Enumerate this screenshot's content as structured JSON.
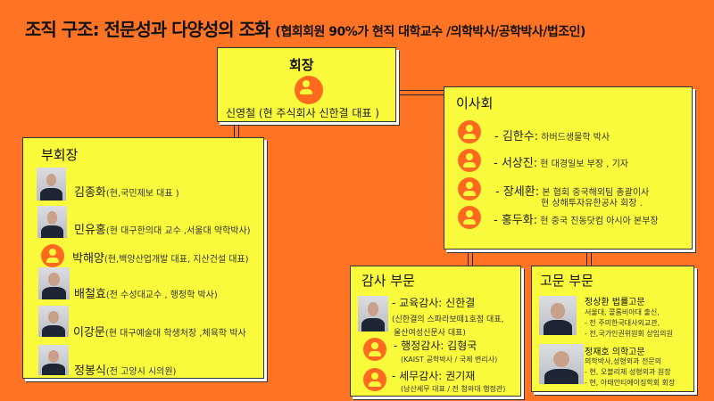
{
  "title": {
    "main": "조직 구조: 전문성과 다양성의 조화",
    "sub": "(협회회원 90%가 현직 대학교수 /의학박사/공학박사/법조인)"
  },
  "chairman": {
    "heading": "회장",
    "name": "신영철 (현 주식회사 신한결 대표 )"
  },
  "vice": {
    "heading": "부회장",
    "members": [
      {
        "name": "김종화",
        "desc": "(현,국민제보 대표 )"
      },
      {
        "name": "민유홍",
        "desc": "(현 대구한의대 교수 ,서울대 약학박사)"
      },
      {
        "name": "박해양",
        "desc": "(현,백양산업개발 대표, 지산건설 대표)"
      },
      {
        "name": "배철효",
        "desc": "(전 수성대교수 ,  행정학 박사)"
      },
      {
        "name": "이강문",
        "desc": "(현 대구예술대 학생처장 ,체육학 박사"
      },
      {
        "name": "정봉식",
        "desc": "(전 고양시 시의원)"
      }
    ]
  },
  "board": {
    "heading": "이사회",
    "members": [
      {
        "name": "- 김한수:",
        "desc": "하버드생물학 박사"
      },
      {
        "name": "- 서상진:",
        "desc": "현 대경일보 부장 , 기자"
      },
      {
        "name": "- 장세환:",
        "desc": "본 협회 중국해외팀 총괄이사",
        "desc2": "현 상해투자유한공사 회장 ."
      },
      {
        "name": "- 홍두화:",
        "desc": "현 중국 진동닷컴 아시아 본부장"
      }
    ]
  },
  "audit": {
    "heading": "감사 부문",
    "members": [
      {
        "name": "- 교육감사: 신한결",
        "desc": "(신한결의 스파라보떼1호점 대표,",
        "desc2": "울산여성신문사 대표)"
      },
      {
        "name": "- 행정감사: 김형국",
        "desc": "(KAIST 공학박사 / 국제 변리사)"
      },
      {
        "name": "- 세무감사: 권기재",
        "desc": "(남산세무 대표 / 전 청와대 행정관)"
      }
    ]
  },
  "advisor": {
    "heading": "고문 부문",
    "members": [
      {
        "name": "정상환 법률고문",
        "lines": [
          "서울대, 콜롬비아대 출신,",
          "- 전 주미한국대사외교관,",
          "-  전,국가인권위원회 상임의원"
        ]
      },
      {
        "name": "정재호 의학고문",
        "lines": [
          "의학박사,성형외과 전문의",
          "- 현, 오블리제 성형외과 원장",
          "- 현, 아태안티에이징학회 회장"
        ]
      }
    ]
  }
}
